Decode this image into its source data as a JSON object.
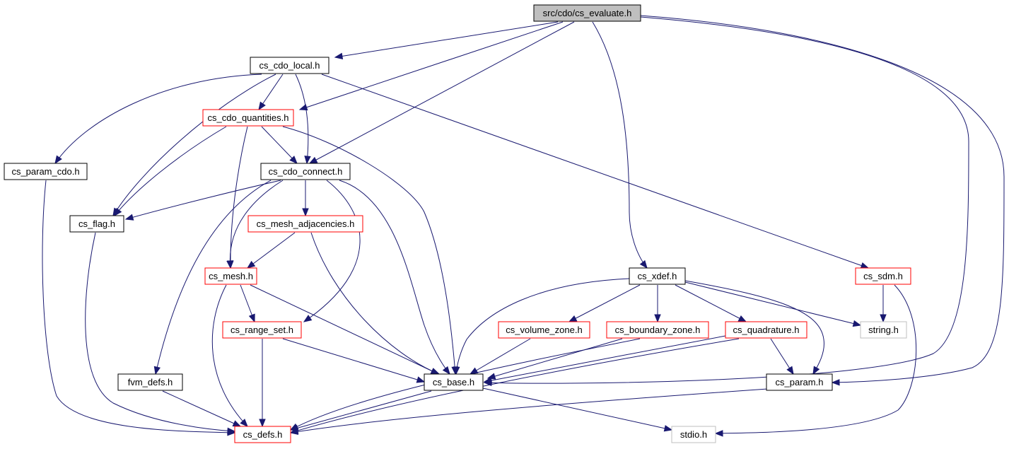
{
  "graph": {
    "colors": {
      "edge": "#191970",
      "root_fill": "#bfbfbf",
      "box_black": "#000000",
      "box_red": "#ff0000",
      "box_gray": "#bfbfbf"
    },
    "nodes": [
      {
        "id": "evaluate",
        "label": "src/cdo/cs_evaluate.h",
        "style": "root"
      },
      {
        "id": "local",
        "label": "cs_cdo_local.h",
        "style": "black"
      },
      {
        "id": "quantities",
        "label": "cs_cdo_quantities.h",
        "style": "red"
      },
      {
        "id": "param_cdo",
        "label": "cs_param_cdo.h",
        "style": "black"
      },
      {
        "id": "connect",
        "label": "cs_cdo_connect.h",
        "style": "black"
      },
      {
        "id": "flag",
        "label": "cs_flag.h",
        "style": "black"
      },
      {
        "id": "adjacencies",
        "label": "cs_mesh_adjacencies.h",
        "style": "red"
      },
      {
        "id": "mesh",
        "label": "cs_mesh.h",
        "style": "red"
      },
      {
        "id": "range_set",
        "label": "cs_range_set.h",
        "style": "red"
      },
      {
        "id": "xdef",
        "label": "cs_xdef.h",
        "style": "black"
      },
      {
        "id": "sdm",
        "label": "cs_sdm.h",
        "style": "red"
      },
      {
        "id": "volume_zone",
        "label": "cs_volume_zone.h",
        "style": "red"
      },
      {
        "id": "boundary_zone",
        "label": "cs_boundary_zone.h",
        "style": "red"
      },
      {
        "id": "quadrature",
        "label": "cs_quadrature.h",
        "style": "red"
      },
      {
        "id": "string",
        "label": "string.h",
        "style": "gray"
      },
      {
        "id": "fvm_defs",
        "label": "fvm_defs.h",
        "style": "black"
      },
      {
        "id": "base",
        "label": "cs_base.h",
        "style": "black"
      },
      {
        "id": "param",
        "label": "cs_param.h",
        "style": "black"
      },
      {
        "id": "defs",
        "label": "cs_defs.h",
        "style": "red"
      },
      {
        "id": "stdio",
        "label": "stdio.h",
        "style": "gray"
      }
    ],
    "edges": [
      {
        "from": "evaluate",
        "to": "local"
      },
      {
        "from": "evaluate",
        "to": "quantities"
      },
      {
        "from": "evaluate",
        "to": "connect"
      },
      {
        "from": "evaluate",
        "to": "xdef"
      },
      {
        "from": "evaluate",
        "to": "base"
      },
      {
        "from": "evaluate",
        "to": "param"
      },
      {
        "from": "local",
        "to": "param_cdo"
      },
      {
        "from": "local",
        "to": "quantities"
      },
      {
        "from": "local",
        "to": "flag"
      },
      {
        "from": "local",
        "to": "connect"
      },
      {
        "from": "local",
        "to": "sdm"
      },
      {
        "from": "quantities",
        "to": "connect"
      },
      {
        "from": "quantities",
        "to": "flag"
      },
      {
        "from": "quantities",
        "to": "mesh"
      },
      {
        "from": "quantities",
        "to": "base"
      },
      {
        "from": "param_cdo",
        "to": "defs"
      },
      {
        "from": "connect",
        "to": "flag"
      },
      {
        "from": "connect",
        "to": "adjacencies"
      },
      {
        "from": "connect",
        "to": "mesh"
      },
      {
        "from": "connect",
        "to": "range_set"
      },
      {
        "from": "connect",
        "to": "fvm_defs"
      },
      {
        "from": "connect",
        "to": "base"
      },
      {
        "from": "flag",
        "to": "defs"
      },
      {
        "from": "adjacencies",
        "to": "mesh"
      },
      {
        "from": "adjacencies",
        "to": "base"
      },
      {
        "from": "mesh",
        "to": "range_set"
      },
      {
        "from": "mesh",
        "to": "base"
      },
      {
        "from": "mesh",
        "to": "defs"
      },
      {
        "from": "range_set",
        "to": "base"
      },
      {
        "from": "range_set",
        "to": "defs"
      },
      {
        "from": "xdef",
        "to": "base"
      },
      {
        "from": "xdef",
        "to": "volume_zone"
      },
      {
        "from": "xdef",
        "to": "boundary_zone"
      },
      {
        "from": "xdef",
        "to": "quadrature"
      },
      {
        "from": "xdef",
        "to": "string"
      },
      {
        "from": "xdef",
        "to": "param"
      },
      {
        "from": "sdm",
        "to": "string"
      },
      {
        "from": "sdm",
        "to": "stdio"
      },
      {
        "from": "volume_zone",
        "to": "base"
      },
      {
        "from": "boundary_zone",
        "to": "base"
      },
      {
        "from": "boundary_zone",
        "to": "defs"
      },
      {
        "from": "quadrature",
        "to": "base"
      },
      {
        "from": "quadrature",
        "to": "param"
      },
      {
        "from": "quadrature",
        "to": "defs"
      },
      {
        "from": "fvm_defs",
        "to": "defs"
      },
      {
        "from": "base",
        "to": "defs"
      },
      {
        "from": "base",
        "to": "stdio"
      },
      {
        "from": "param",
        "to": "defs"
      }
    ]
  }
}
